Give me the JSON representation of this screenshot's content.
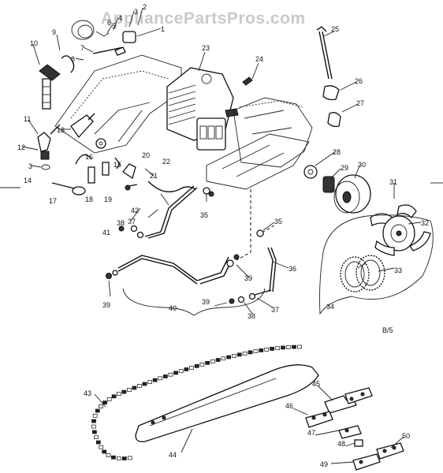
{
  "watermark": "AppliancePartsPros.com",
  "figure_note": "B/5",
  "callouts": [
    "1",
    "2",
    "3",
    "4",
    "5",
    "6",
    "7",
    "8",
    "9",
    "10",
    "11",
    "12",
    "13",
    "14",
    "15",
    "16",
    "17",
    "18",
    "19",
    "20",
    "21",
    "22",
    "23",
    "24",
    "25",
    "26",
    "27",
    "28",
    "29",
    "30",
    "31",
    "32",
    "33",
    "34",
    "35",
    "36",
    "37",
    "38",
    "39",
    "40",
    "41",
    "42",
    "43",
    "44",
    "45",
    "46",
    "47",
    "48",
    "49",
    "50"
  ],
  "callout_instances": [
    {
      "id": "1",
      "t": "1"
    },
    {
      "id": "2",
      "t": "2"
    },
    {
      "id": "3",
      "t": "3"
    },
    {
      "id": "3b",
      "t": "3"
    },
    {
      "id": "4",
      "t": "4"
    },
    {
      "id": "5",
      "t": "5"
    },
    {
      "id": "6",
      "t": "6"
    },
    {
      "id": "7",
      "t": "7"
    },
    {
      "id": "8",
      "t": "8"
    },
    {
      "id": "9",
      "t": "9"
    },
    {
      "id": "10",
      "t": "10"
    },
    {
      "id": "11",
      "t": "11"
    },
    {
      "id": "12",
      "t": "12"
    },
    {
      "id": "13",
      "t": "13"
    },
    {
      "id": "14",
      "t": "14"
    },
    {
      "id": "15",
      "t": "15"
    },
    {
      "id": "16",
      "t": "16"
    },
    {
      "id": "17",
      "t": "17"
    },
    {
      "id": "18",
      "t": "18"
    },
    {
      "id": "19",
      "t": "19"
    },
    {
      "id": "20",
      "t": "20"
    },
    {
      "id": "21",
      "t": "21"
    },
    {
      "id": "22",
      "t": "22"
    },
    {
      "id": "23",
      "t": "23"
    },
    {
      "id": "24",
      "t": "24"
    },
    {
      "id": "25",
      "t": "25"
    },
    {
      "id": "26",
      "t": "26"
    },
    {
      "id": "27",
      "t": "27"
    },
    {
      "id": "28",
      "t": "28"
    },
    {
      "id": "29",
      "t": "29"
    },
    {
      "id": "30",
      "t": "30"
    },
    {
      "id": "31",
      "t": "31"
    },
    {
      "id": "32",
      "t": "32"
    },
    {
      "id": "33",
      "t": "33"
    },
    {
      "id": "34",
      "t": "34"
    },
    {
      "id": "35a",
      "t": "35"
    },
    {
      "id": "35b",
      "t": "35"
    },
    {
      "id": "36",
      "t": "36"
    },
    {
      "id": "37a",
      "t": "37"
    },
    {
      "id": "37b",
      "t": "37"
    },
    {
      "id": "38a",
      "t": "38"
    },
    {
      "id": "38b",
      "t": "38"
    },
    {
      "id": "39a",
      "t": "39"
    },
    {
      "id": "39b",
      "t": "39"
    },
    {
      "id": "39c",
      "t": "39"
    },
    {
      "id": "40",
      "t": "40"
    },
    {
      "id": "41",
      "t": "41"
    },
    {
      "id": "42",
      "t": "42"
    },
    {
      "id": "43",
      "t": "43"
    },
    {
      "id": "44",
      "t": "44"
    },
    {
      "id": "45",
      "t": "45"
    },
    {
      "id": "46",
      "t": "46"
    },
    {
      "id": "47",
      "t": "47"
    },
    {
      "id": "48",
      "t": "48"
    },
    {
      "id": "49",
      "t": "49"
    },
    {
      "id": "50",
      "t": "50"
    }
  ]
}
